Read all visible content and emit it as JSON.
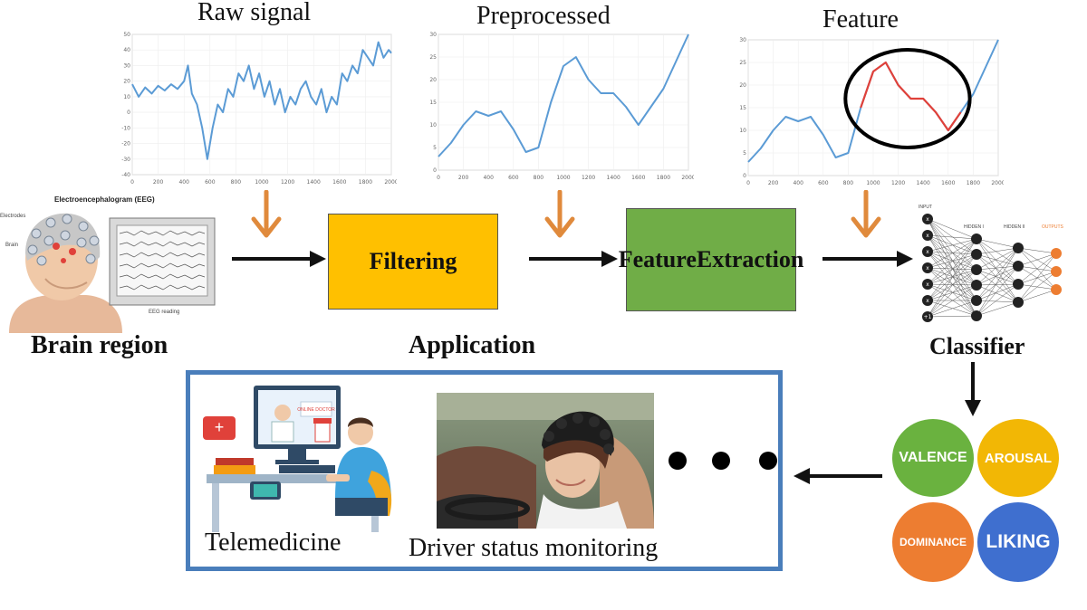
{
  "titles": {
    "raw_signal": "Raw signal",
    "preprocessed": "Preprocessed",
    "feature": "Feature"
  },
  "eeg": {
    "header": "Electroencephalogram (EEG)",
    "electrodes": "Electrodes",
    "brain": "Brain",
    "reading": "EEG reading"
  },
  "stages": {
    "filtering": "Filtering",
    "feature_extraction": "Feature Extraction"
  },
  "labels": {
    "brain_region": "Brain region",
    "application": "Application",
    "classifier": "Classifier",
    "telemedicine": "Telemedicine",
    "driver_monitoring": "Driver status monitoring",
    "screen_sign": "ONLINE DOCTOR"
  },
  "network": {
    "input": "INPUT",
    "hidden1": "HIDDEN I",
    "hidden2": "HIDDEN II",
    "outputs": "OUTPUTS"
  },
  "emotions": {
    "valence": "VALENCE",
    "arousal": "AROUSAL",
    "dominance": "DOMINANCE",
    "liking": "LIKING"
  },
  "colors": {
    "filtering": "#ffc000",
    "feature_extraction": "#70ad47",
    "arrow_down": "#e08a3c",
    "signal": "#5b9bd5",
    "feature_highlight": "#e0413a",
    "valence": "#6ab23f",
    "arousal": "#f2b705",
    "dominance": "#ed7d31",
    "liking": "#3f6fcf",
    "app_border": "#4a7ebb"
  },
  "chart_data": [
    {
      "type": "line",
      "title": "Raw signal",
      "x_ticks": [
        "0",
        "200",
        "400",
        "600",
        "800",
        "1000",
        "1200",
        "1400",
        "1600",
        "1800",
        "2000"
      ],
      "y_ticks": [
        "-40",
        "-30",
        "-20",
        "-10",
        "0",
        "10",
        "20",
        "30",
        "40",
        "50"
      ],
      "xlim": [
        0,
        2000
      ],
      "ylim": [
        -40,
        50
      ],
      "series": [
        {
          "x": [
            0,
            50,
            100,
            150,
            200,
            250,
            300,
            350,
            400,
            430,
            460,
            500,
            540,
            580,
            620,
            660,
            700,
            740,
            780,
            820,
            860,
            900,
            940,
            980,
            1020,
            1060,
            1100,
            1140,
            1180,
            1220,
            1260,
            1300,
            1340,
            1380,
            1420,
            1460,
            1500,
            1540,
            1580,
            1620,
            1660,
            1700,
            1740,
            1780,
            1820,
            1860,
            1900,
            1940,
            1980,
            2000
          ],
          "y": [
            18,
            10,
            16,
            12,
            17,
            14,
            18,
            15,
            20,
            30,
            12,
            5,
            -10,
            -30,
            -10,
            5,
            0,
            15,
            10,
            25,
            20,
            30,
            15,
            25,
            10,
            20,
            5,
            15,
            0,
            10,
            5,
            15,
            20,
            10,
            5,
            15,
            0,
            10,
            5,
            25,
            20,
            30,
            25,
            40,
            35,
            30,
            45,
            35,
            40,
            38
          ]
        }
      ],
      "grid": true
    },
    {
      "type": "line",
      "title": "Preprocessed",
      "x_ticks": [
        "0",
        "200",
        "400",
        "600",
        "800",
        "1000",
        "1200",
        "1400",
        "1600",
        "1800",
        "2000"
      ],
      "y_ticks": [
        "0",
        "5",
        "10",
        "15",
        "20",
        "25",
        "30"
      ],
      "xlim": [
        0,
        2000
      ],
      "ylim": [
        0,
        30
      ],
      "series": [
        {
          "x": [
            0,
            100,
            200,
            300,
            400,
            500,
            600,
            700,
            800,
            900,
            1000,
            1100,
            1200,
            1300,
            1400,
            1500,
            1600,
            1700,
            1800,
            1900,
            2000
          ],
          "y": [
            3,
            6,
            10,
            13,
            12,
            13,
            9,
            4,
            5,
            15,
            23,
            25,
            20,
            17,
            17,
            14,
            10,
            14,
            18,
            24,
            30
          ]
        }
      ],
      "grid": true
    },
    {
      "type": "line",
      "title": "Feature",
      "x_ticks": [
        "0",
        "200",
        "400",
        "600",
        "800",
        "1000",
        "1200",
        "1400",
        "1600",
        "1800",
        "2000"
      ],
      "y_ticks": [
        "0",
        "5",
        "10",
        "15",
        "20",
        "25",
        "30"
      ],
      "xlim": [
        0,
        2000
      ],
      "ylim": [
        0,
        30
      ],
      "series": [
        {
          "x": [
            0,
            100,
            200,
            300,
            400,
            500,
            600,
            700,
            800,
            900,
            1000,
            1100,
            1200,
            1300,
            1400,
            1500,
            1600,
            1700,
            1800,
            1900,
            2000
          ],
          "y": [
            3,
            6,
            10,
            13,
            12,
            13,
            9,
            4,
            5,
            15,
            23,
            25,
            20,
            17,
            17,
            14,
            10,
            14,
            18,
            24,
            30
          ]
        }
      ],
      "highlight_range": [
        850,
        1700
      ],
      "grid": true
    }
  ]
}
